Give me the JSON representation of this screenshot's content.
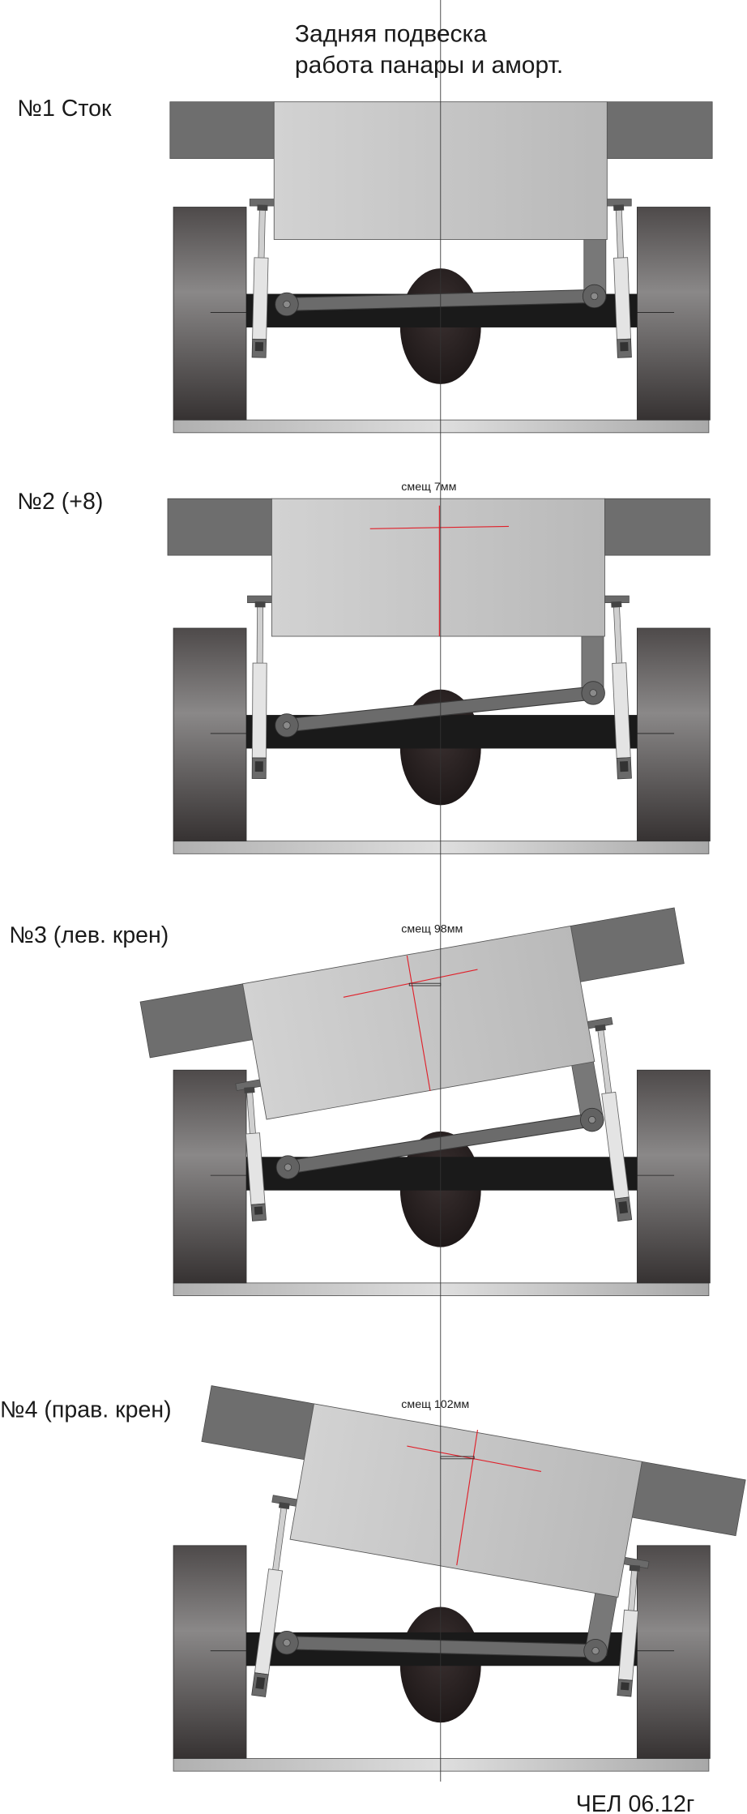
{
  "title": {
    "line1": "Задняя подвеска",
    "line2": "работа панары и аморт."
  },
  "panels": [
    {
      "label": "№1 Сток",
      "offset_note": ""
    },
    {
      "label": "№2 (+8)",
      "offset_note": "смещ 7мм"
    },
    {
      "label": "№3 (лев. крен)",
      "offset_note": "смещ 98мм"
    },
    {
      "label": "№4 (прав. крен)",
      "offset_note": "смещ 102мм"
    }
  ],
  "signature": "ЧЕЛ 06.12г",
  "colors": {
    "frame_rail": "#6e6e6e",
    "body": "#c4c4c4",
    "axle": "#1a1a1a",
    "panhard": "#6b6b6b",
    "center_mark": "#e0202a"
  }
}
